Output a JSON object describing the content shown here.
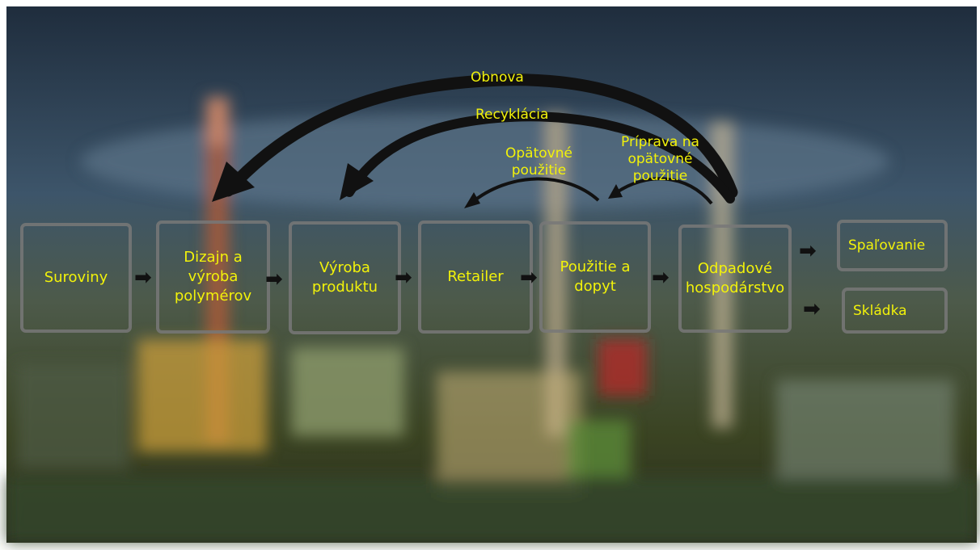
{
  "diagram": {
    "boxes": {
      "suroviny": "Suroviny",
      "dizajn": "Dizajn a\nvýroba\npolymérov",
      "vyroba": "Výroba\nproduktu",
      "retailer": "Retailer",
      "pouzitie": "Použitie a\ndopyt",
      "odpad": "Odpadové\nhospodárstvo",
      "spalovanie": "Spaľovanie",
      "skladka": "Skládka"
    },
    "loops": {
      "obnova": "Obnova",
      "recyklacia": "Recyklácia",
      "opatovne": "Opätovné\npoužitie",
      "priprava": "Príprava na\nopätovné\npoužitie"
    }
  },
  "colors": {
    "label": "#f2f20a",
    "arrow": "#111111",
    "box_border": "#787878"
  }
}
